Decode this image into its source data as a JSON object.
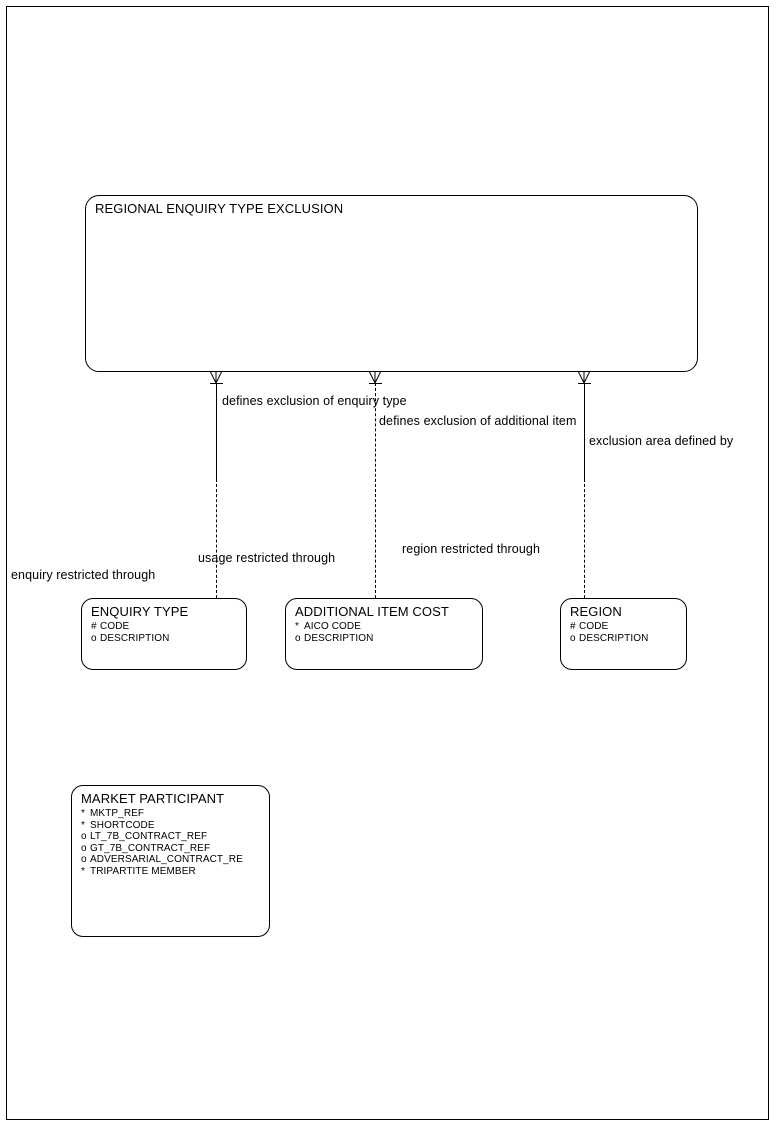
{
  "diagram": {
    "type": "entity-relationship-diagram",
    "notation": "barker",
    "page_border": true,
    "background_color": "#ffffff",
    "line_color": "#000000"
  },
  "entities": [
    {
      "id": "regional-enquiry-type-exclusion",
      "title": "REGIONAL ENQUIRY TYPE EXCLUSION",
      "attributes": []
    },
    {
      "id": "enquiry-type",
      "title": "ENQUIRY TYPE",
      "attributes": [
        {
          "marker": "#",
          "name": "CODE"
        },
        {
          "marker": "o",
          "name": "DESCRIPTION"
        }
      ]
    },
    {
      "id": "additional-item-cost",
      "title": "ADDITIONAL ITEM COST",
      "attributes": [
        {
          "marker": "*",
          "name": "AICO CODE"
        },
        {
          "marker": "o",
          "name": "DESCRIPTION"
        }
      ]
    },
    {
      "id": "region",
      "title": "REGION",
      "attributes": [
        {
          "marker": "#",
          "name": "CODE"
        },
        {
          "marker": "o",
          "name": "DESCRIPTION"
        }
      ]
    },
    {
      "id": "market-participant",
      "title": "MARKET PARTICIPANT",
      "attributes": [
        {
          "marker": "*",
          "name": "MKTP_REF"
        },
        {
          "marker": "*",
          "name": "SHORTCODE"
        },
        {
          "marker": "o",
          "name": "LT_7B_CONTRACT_REF"
        },
        {
          "marker": "o",
          "name": "GT_7B_CONTRACT_REF"
        },
        {
          "marker": "o",
          "name": "ADVERSARIAL_CONTRACT_RE"
        },
        {
          "marker": "*",
          "name": "TRIPARTITE MEMBER"
        }
      ]
    }
  ],
  "relationships": [
    {
      "id": "rel-enquiry-type",
      "from": "regional-enquiry-type-exclusion",
      "to": "enquiry-type",
      "parent_label": "defines exclusion of enquiry type",
      "child_label_upper": "usage restricted through",
      "child_label_lower": "enquiry restricted through"
    },
    {
      "id": "rel-additional-item",
      "from": "regional-enquiry-type-exclusion",
      "to": "additional-item-cost",
      "parent_label": "defines exclusion of additional item",
      "child_label_upper": "region restricted through",
      "child_label_lower": ""
    },
    {
      "id": "rel-region",
      "from": "regional-enquiry-type-exclusion",
      "to": "region",
      "parent_label": "exclusion area defined by",
      "child_label_upper": "",
      "child_label_lower": ""
    }
  ],
  "labels": {
    "defines_exclusion_of_enquiry_type": "defines exclusion of enquiry type",
    "defines_exclusion_of_additional_item": "defines exclusion of additional item",
    "exclusion_area_defined_by": "exclusion area defined by",
    "usage_restricted_through": "usage restricted through",
    "region_restricted_through": "region restricted through",
    "enquiry_restricted_through": "enquiry restricted through"
  }
}
